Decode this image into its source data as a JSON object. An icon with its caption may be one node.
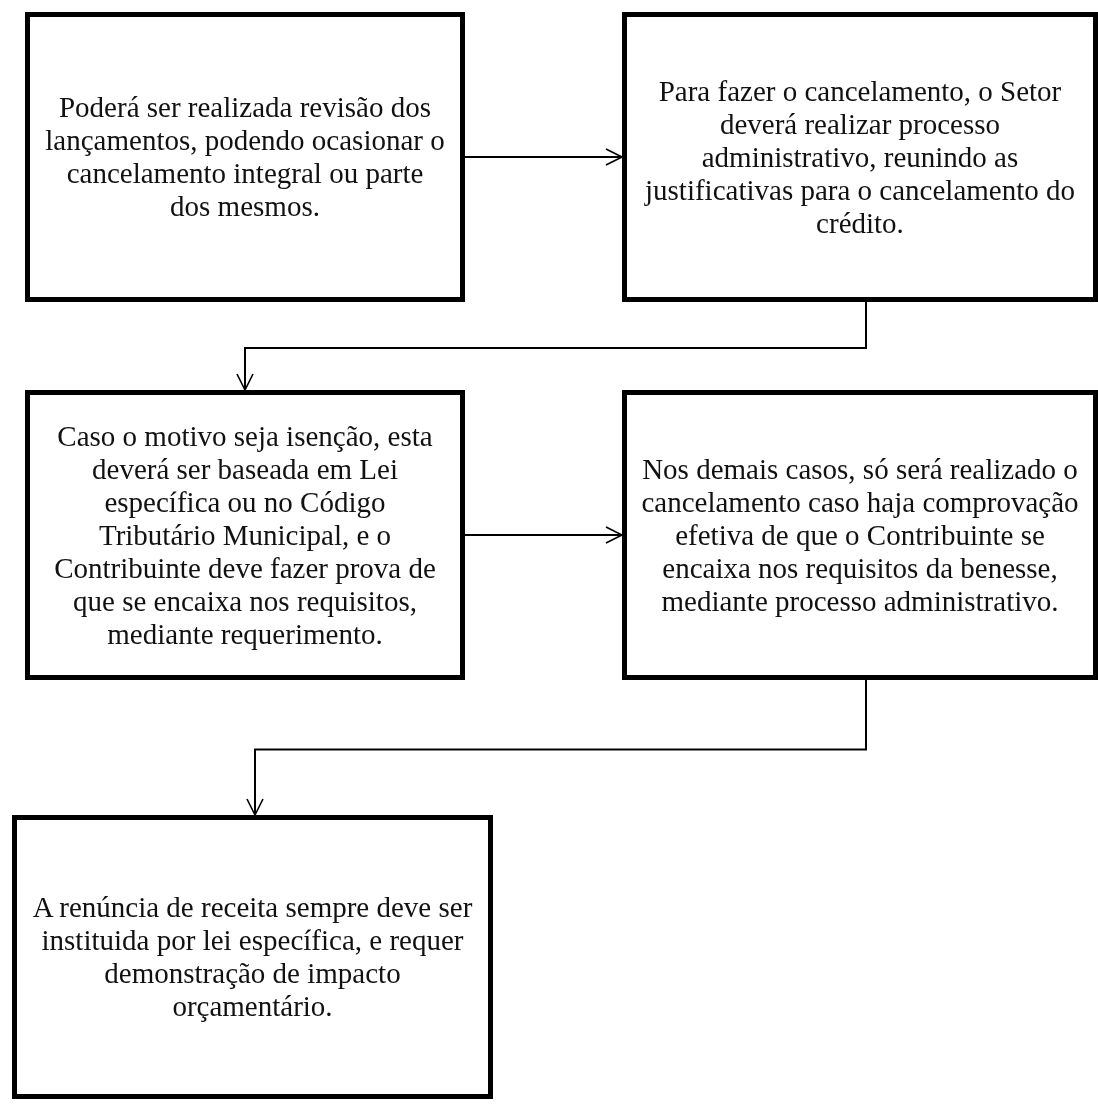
{
  "diagram": {
    "nodes": [
      {
        "text": [
          "Poderá ser realizada revisão dos lançamentos, podendo ocasionar o cancelamento integral ou parte dos mesmos."
        ]
      },
      {
        "text": [
          "Para fazer o cancelamento, o Setor deverá realizar processo administrativo, reunindo as justificativas para o cancelamento do crédito."
        ]
      },
      {
        "text": [
          "Caso o motivo seja isenção, esta deverá ser baseada em Lei específica ou no Código Tributário Municipal, e o Contribuinte deve fazer prova de que se encaixa nos requisitos, mediante requerimento."
        ]
      },
      {
        "text": [
          "Nos demais casos, só será realizado o cancelamento caso haja comprovação efetiva de que o Contribuinte se encaixa nos requisitos da benesse, mediante processo administrativo."
        ]
      },
      {
        "text": [
          "A renúncia de receita sempre deve ser instituida por lei específica, e requer demonstração de impacto orçamentário."
        ]
      }
    ],
    "edges": [
      {
        "from": 0,
        "to": 1,
        "arrow": "to"
      },
      {
        "from": 1,
        "to": 2,
        "arrow": "to"
      },
      {
        "from": 2,
        "to": 3,
        "arrow": "to"
      },
      {
        "from": 3,
        "to": 4,
        "arrow": "to"
      }
    ]
  }
}
